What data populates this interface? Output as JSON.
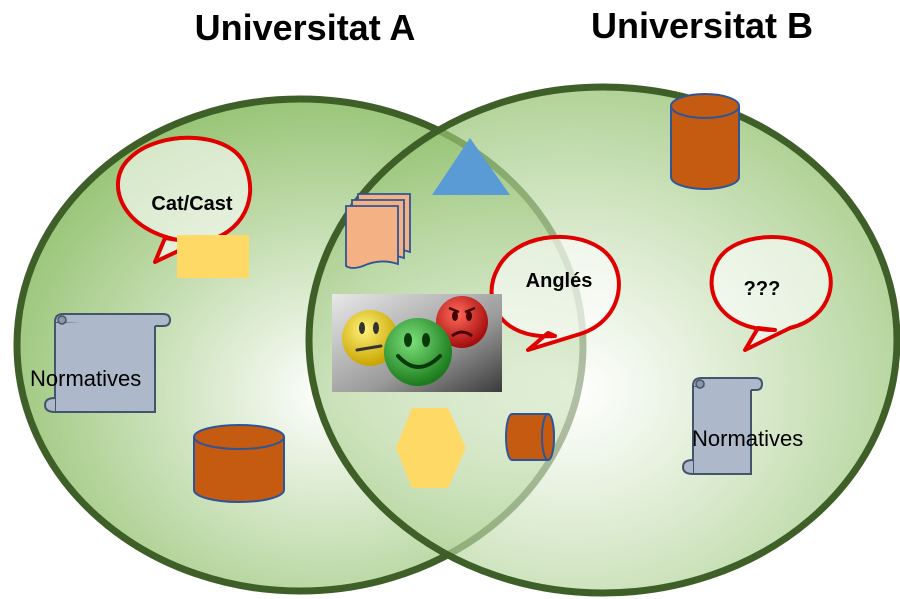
{
  "titles": {
    "a": "Universitat A",
    "b": "Universitat B"
  },
  "bubbles": {
    "a_language": "Cat/Cast",
    "shared_language": "Anglés",
    "b_language": "???"
  },
  "scrolls": {
    "a_label": "Normatives",
    "b_label": "Normatives"
  },
  "colors": {
    "circle_fill_center": "#ffffff",
    "circle_fill_edge": "#8fbf6a",
    "circle_stroke": "#3f5f28",
    "bubble_stroke": "#e00000",
    "cylinder": "#c55a11",
    "triangle": "#5b9bd5",
    "hexagon": "#ffd966",
    "rectangle": "#ffd966",
    "documents": "#f4b183",
    "scroll": "#adb9ca"
  },
  "photo": {
    "subject": "emoticon-faces"
  }
}
